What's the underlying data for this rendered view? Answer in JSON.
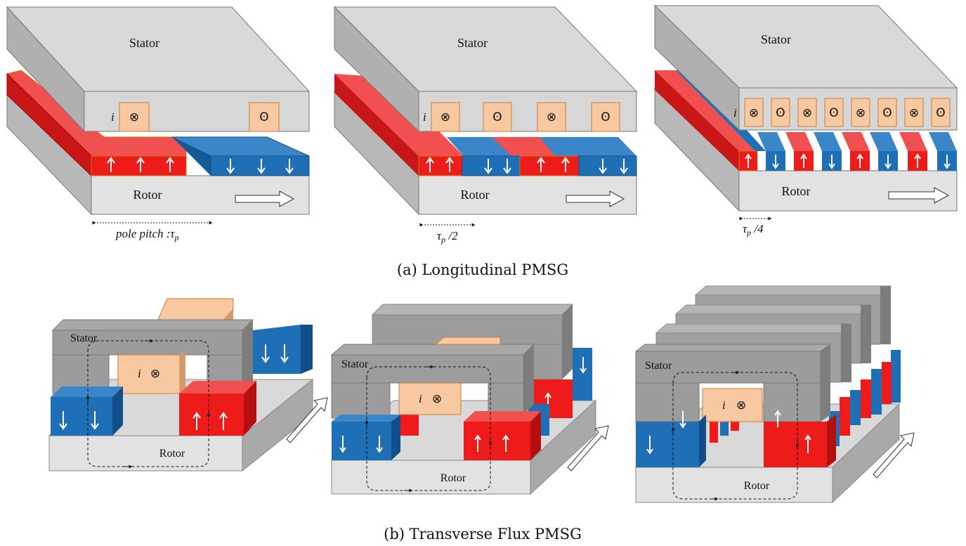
{
  "labels": {
    "stator": "Stator",
    "rotor": "Rotor",
    "current": "i",
    "into_symbol": "⊗",
    "out_symbol": "ʘ"
  },
  "panel_a": {
    "caption": "(a) Longitudinal PMSG",
    "pitch_1_prefix": "pole pitch :",
    "pitch_1_symbol": "τ",
    "pitch_sub": "p",
    "pitch_2_suffix": " /2",
    "pitch_3_suffix": " /4"
  },
  "panel_b": {
    "caption": "(b) Transverse Flux PMSG"
  },
  "colors": {
    "stator": "#d7d7d7",
    "coil": "#f8c9a0",
    "magnet_red": "#ee1b1b",
    "magnet_blue": "#1f6fb6",
    "rotor": "#e0e0e0",
    "tf_stator": "#9c9c9c"
  }
}
